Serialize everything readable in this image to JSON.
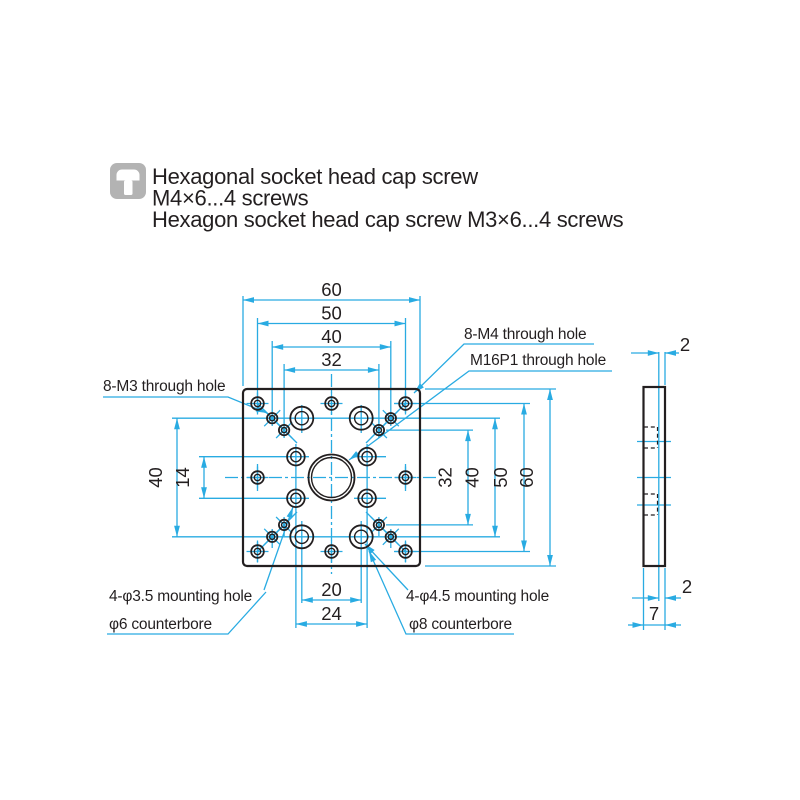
{
  "header": {
    "icon": "cap-screw-icon",
    "line1": "Hexagonal socket head cap screw",
    "line2": "M4×6...4 screws",
    "line3": "Hexagon socket head cap screw M3×6...4 screws"
  },
  "labels": {
    "m3": "8-M3 through hole",
    "m4": "8-M4 through hole",
    "m16": "M16P1 through hole",
    "d35": "4-φ3.5 mounting hole",
    "d6": "φ6 counterbore",
    "d45": "4-φ4.5 mounting hole",
    "d8": "φ8 counterbore"
  },
  "dims": {
    "top60": "60",
    "top50": "50",
    "top40": "40",
    "top32": "32",
    "left40": "40",
    "left14": "14",
    "right32": "32",
    "right40": "40",
    "right50": "50",
    "right60": "60",
    "bottom20": "20",
    "bottom24": "24",
    "side_top_2": "2",
    "side_bottom_2": "2",
    "side_7": "7"
  },
  "colors": {
    "dimension_blue": "#29abe2",
    "drawing_black": "#231f20",
    "icon_gray": "#b3b3b3"
  }
}
